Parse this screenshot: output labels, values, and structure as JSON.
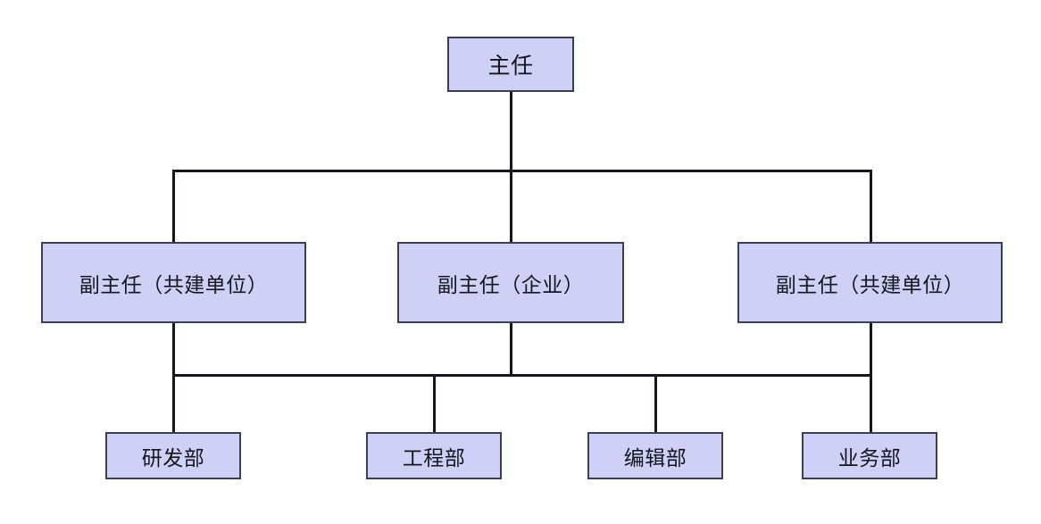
{
  "diagram": {
    "type": "organizational-chart",
    "orientation": "top-down",
    "node_fill_color": "#ced1f5",
    "node_border_color": "#3b3f52",
    "connector_color": "#15171f",
    "background_color": "#ffffff",
    "levels": [
      {
        "level": 1,
        "nodes": [
          {
            "id": "director",
            "label": "主任"
          }
        ]
      },
      {
        "level": 2,
        "nodes": [
          {
            "id": "vice-director-joint-left",
            "label": "副主任（共建单位）"
          },
          {
            "id": "vice-director-enterprise",
            "label": "副主任（企业）"
          },
          {
            "id": "vice-director-joint-right",
            "label": "副主任（共建单位）"
          }
        ]
      },
      {
        "level": 3,
        "nodes": [
          {
            "id": "rd-department",
            "label": "研发部"
          },
          {
            "id": "engineering-department",
            "label": "工程部"
          },
          {
            "id": "editorial-department",
            "label": "编辑部"
          },
          {
            "id": "business-department",
            "label": "业务部"
          }
        ]
      }
    ]
  }
}
